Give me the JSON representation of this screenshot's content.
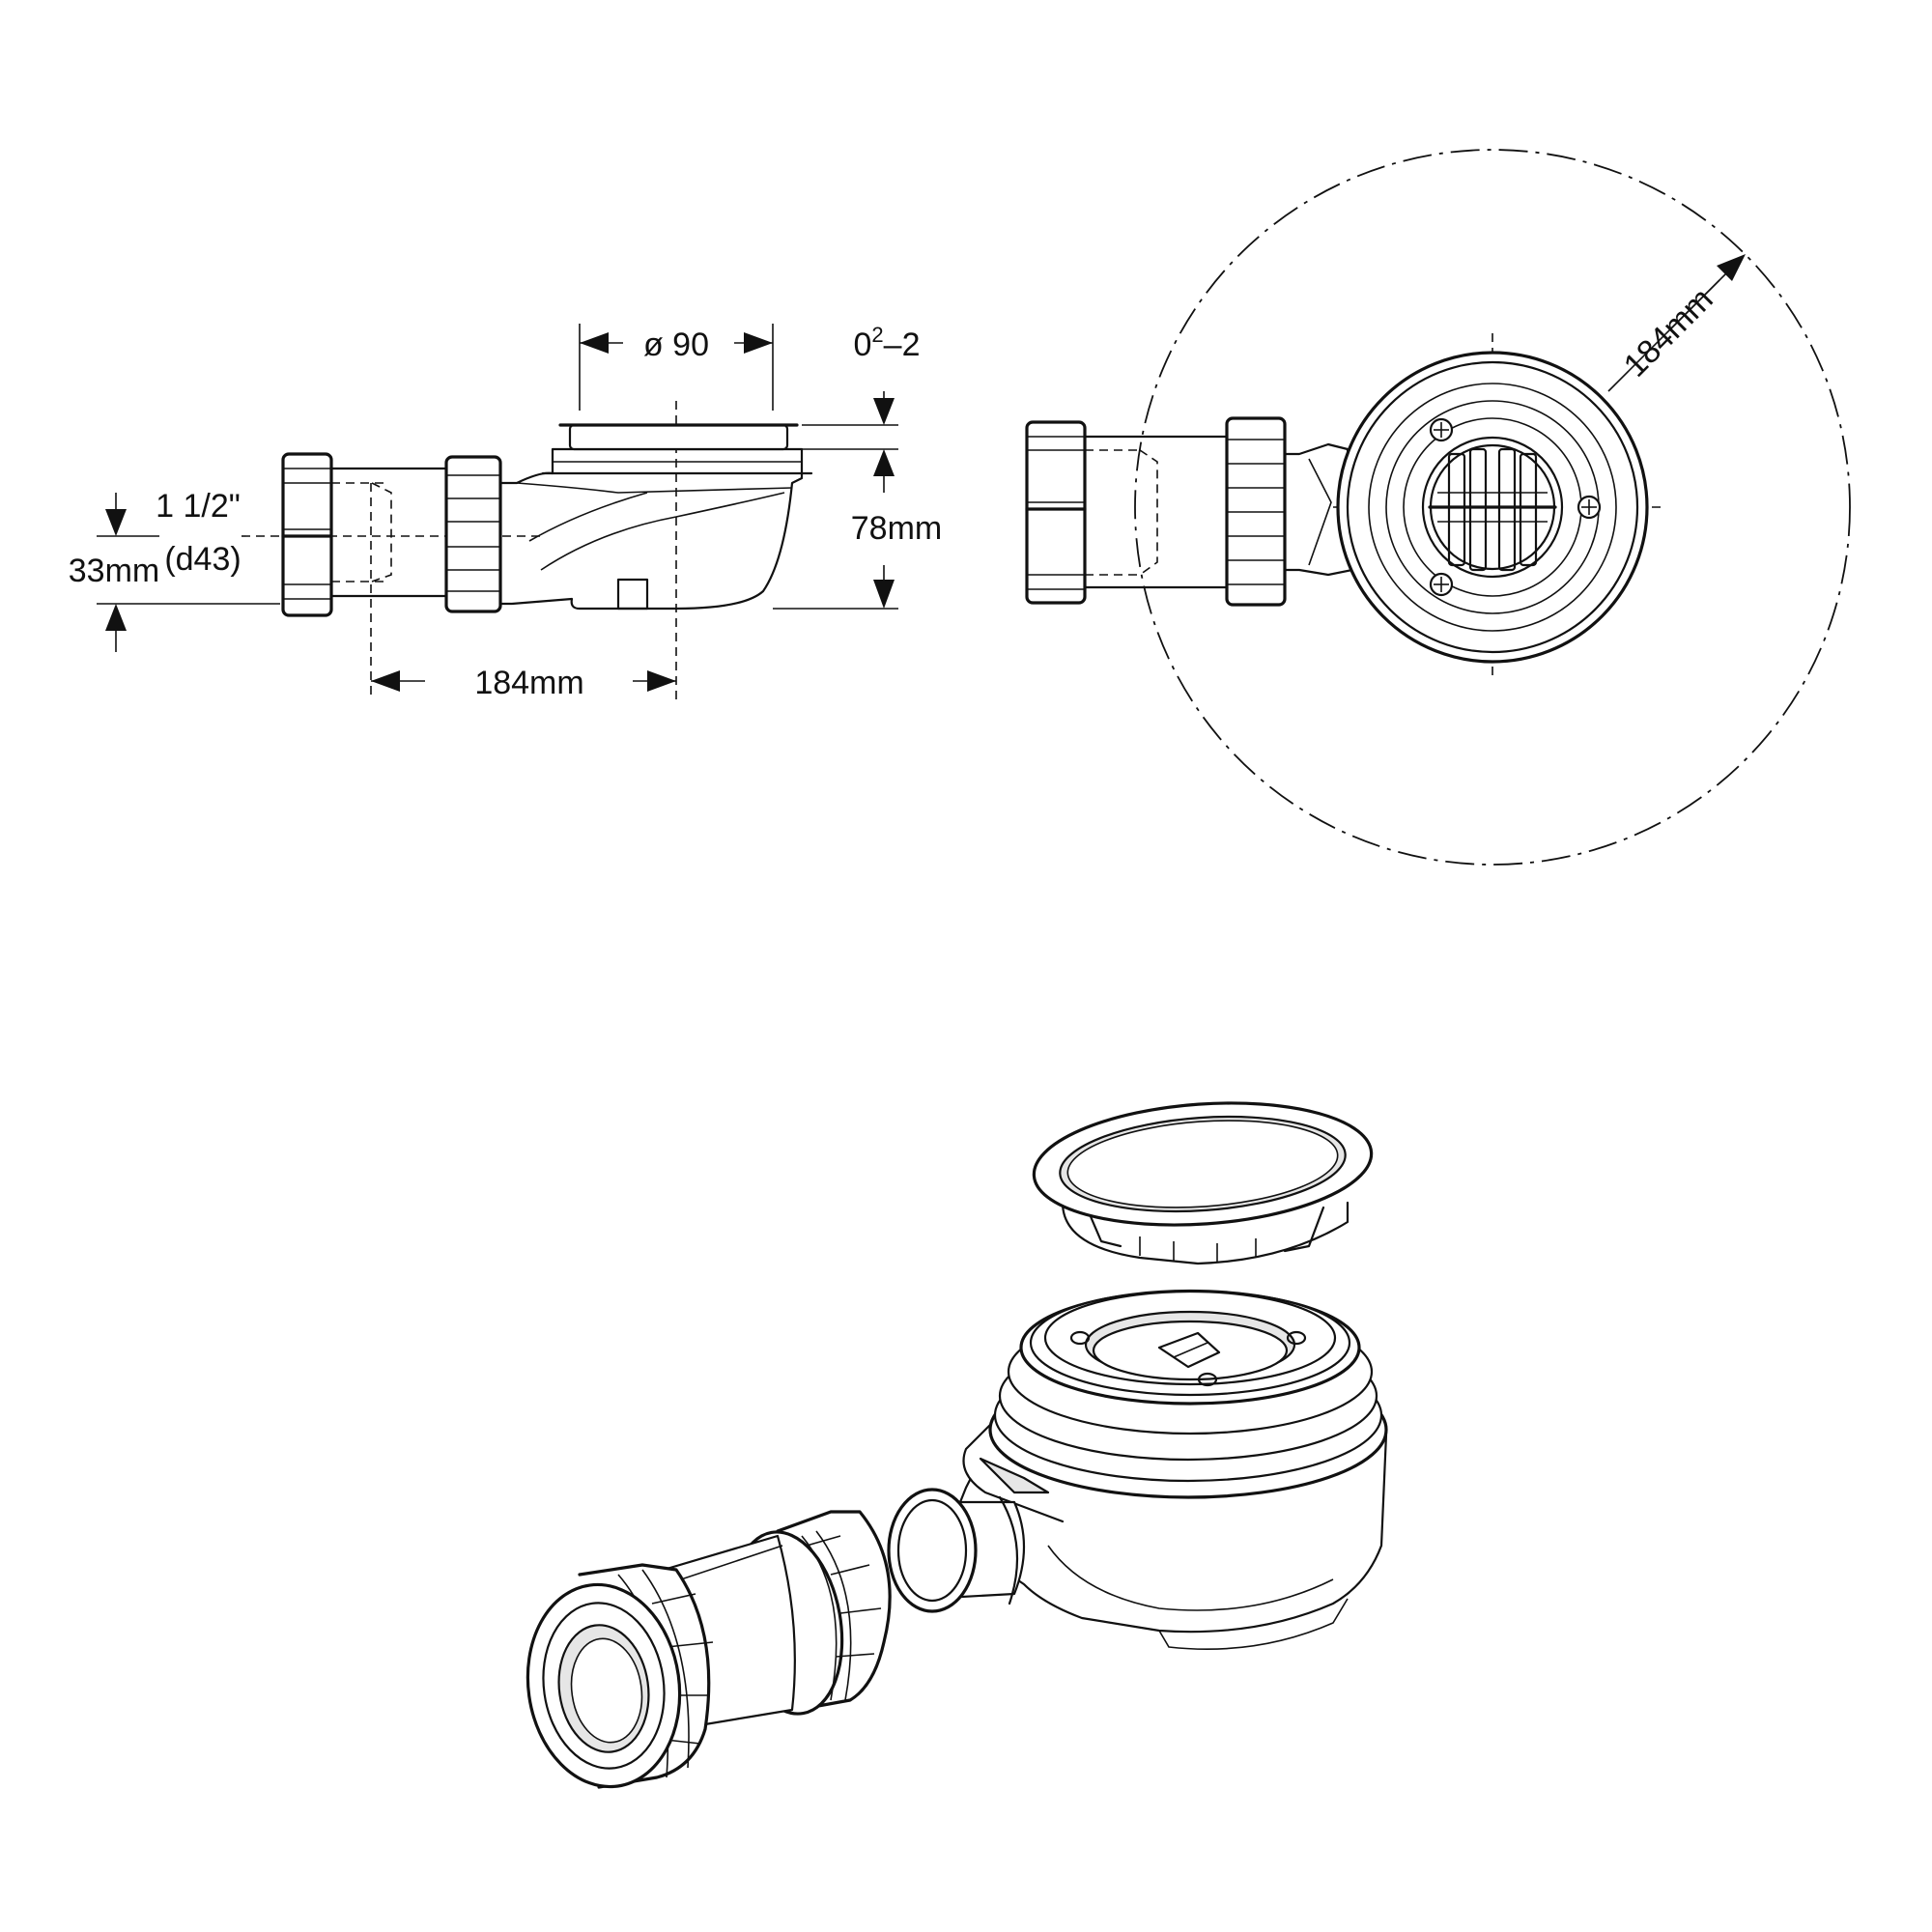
{
  "side_view": {
    "dim_diameter": "ø 90",
    "dim_adjust_base": "0",
    "dim_adjust_sup": "2",
    "dim_adjust_rest": "–2",
    "dim_height": "78mm",
    "dim_thread": "1 1/2\"",
    "dim_pipe": "(d43)",
    "dim_outlet_height": "33mm",
    "dim_length": "184mm"
  },
  "top_view": {
    "dim_radius": "184mm"
  }
}
